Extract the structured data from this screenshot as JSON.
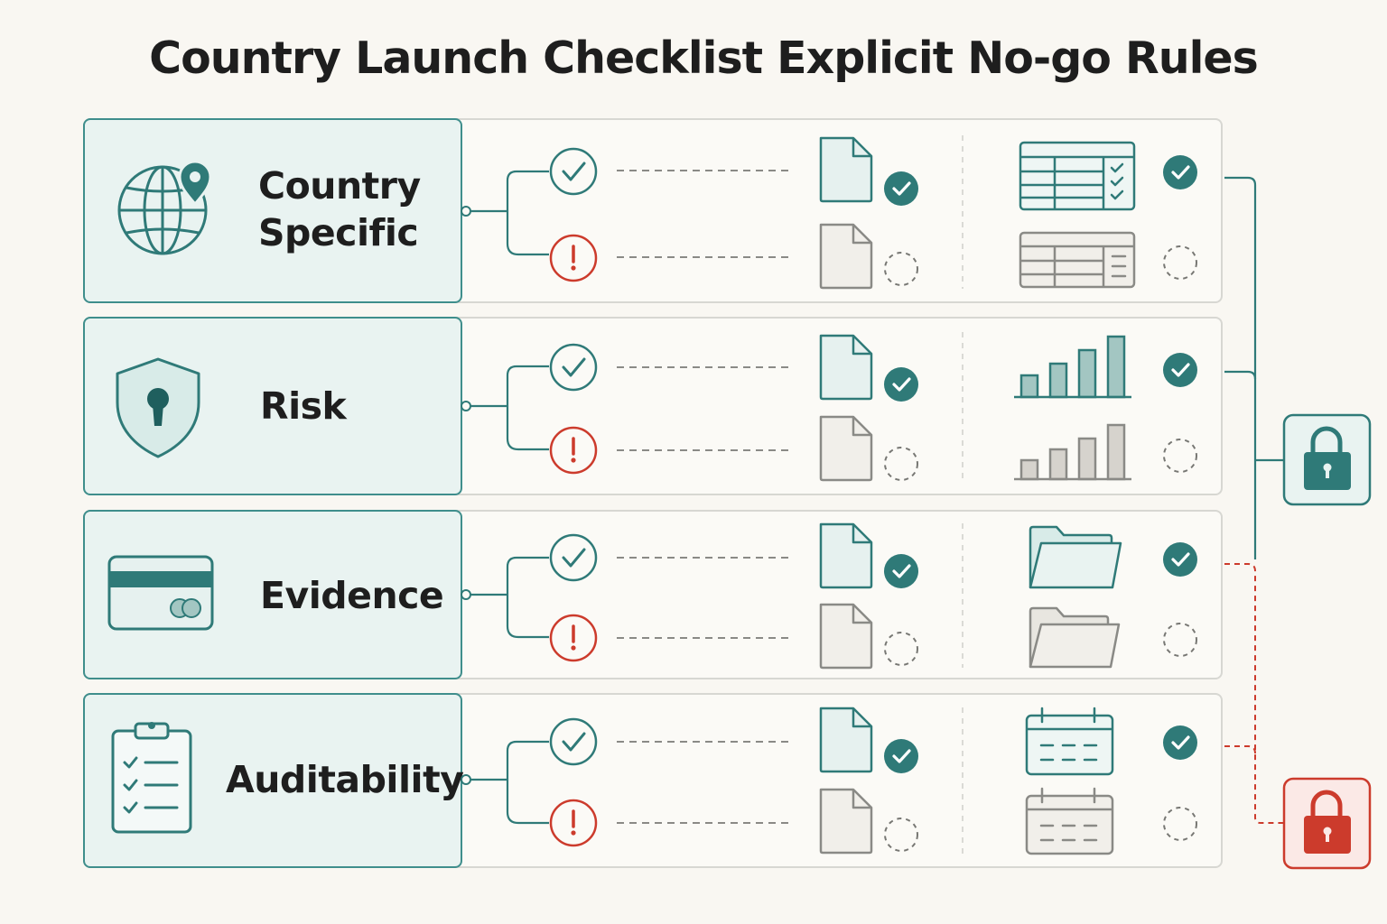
{
  "title": "Country Launch Checklist Explicit No-go Rules",
  "colors": {
    "teal": "#2f7a78",
    "teal_light": "#e9f3f1",
    "red": "#cc3b2c",
    "gray": "#8a8a86",
    "background": "#f9f7f2"
  },
  "categories": [
    {
      "id": "country-specific",
      "label_lines": [
        "Country",
        "Specific"
      ],
      "icon": "globe-pin-icon",
      "artifact_icon": "spreadsheet-icon",
      "pass_row": {
        "status": "check-circle-icon",
        "doc": "document-icon",
        "doc_badge": "check-badge-icon",
        "artifact_badge": "check-badge-icon"
      },
      "pending_row": {
        "status": "exclamation-circle-icon",
        "doc": "document-icon",
        "doc_badge": "dashed-circle-icon",
        "artifact_badge": "dashed-circle-icon"
      }
    },
    {
      "id": "risk",
      "label_lines": [
        "Risk"
      ],
      "icon": "shield-keyhole-icon",
      "artifact_icon": "bar-chart-icon",
      "pass_row": {
        "status": "check-circle-icon",
        "doc": "document-icon",
        "doc_badge": "check-badge-icon",
        "artifact_badge": "check-badge-icon"
      },
      "pending_row": {
        "status": "exclamation-circle-icon",
        "doc": "document-icon",
        "doc_badge": "dashed-circle-icon",
        "artifact_badge": "dashed-circle-icon"
      }
    },
    {
      "id": "evidence",
      "label_lines": [
        "Evidence"
      ],
      "icon": "credit-card-icon",
      "artifact_icon": "folder-icon",
      "pass_row": {
        "status": "check-circle-icon",
        "doc": "document-icon",
        "doc_badge": "check-badge-icon",
        "artifact_badge": "check-badge-icon"
      },
      "pending_row": {
        "status": "exclamation-circle-icon",
        "doc": "document-icon",
        "doc_badge": "dashed-circle-icon",
        "artifact_badge": "dashed-circle-icon"
      }
    },
    {
      "id": "auditability",
      "label_lines": [
        "Auditability"
      ],
      "icon": "clipboard-checklist-icon",
      "artifact_icon": "calendar-icon",
      "pass_row": {
        "status": "check-circle-icon",
        "doc": "document-icon",
        "doc_badge": "check-badge-icon",
        "artifact_badge": "check-badge-icon"
      },
      "pending_row": {
        "status": "exclamation-circle-icon",
        "doc": "document-icon",
        "doc_badge": "dashed-circle-icon",
        "artifact_badge": "dashed-circle-icon"
      }
    }
  ],
  "gates": [
    {
      "name": "locked-gate-teal",
      "icon": "padlock-icon",
      "state": "go"
    },
    {
      "name": "locked-gate-red",
      "icon": "padlock-icon",
      "state": "no-go"
    }
  ]
}
